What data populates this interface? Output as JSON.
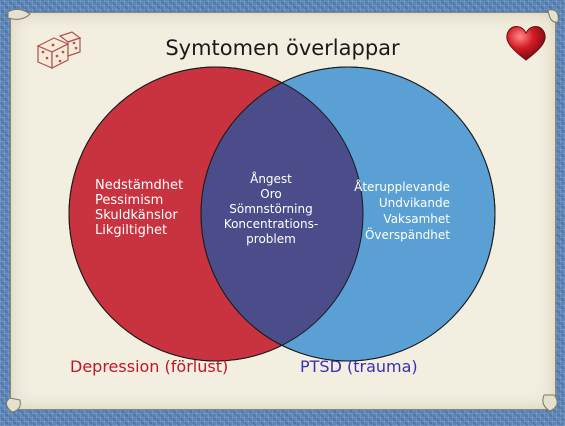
{
  "title": "Symtomen överlappar",
  "depression": {
    "label": "Depression (förlust)",
    "symptoms": [
      "Nedstämdhet",
      "Pessimism",
      "Skuldkänslor",
      "Likgiltighet"
    ],
    "color": "#c8333f"
  },
  "ptsd": {
    "label": "PTSD (trauma)",
    "symptoms": [
      "Återupplevande",
      "Undvikande",
      "Vaksamhet",
      "Överspändhet"
    ],
    "color": "#5aa0d4"
  },
  "overlap": {
    "symptoms": [
      "Ångest",
      "Oro",
      "Sömnstörning",
      "Koncentrations-",
      "problem"
    ],
    "color": "#4b4d8a"
  },
  "decorations": {
    "dice": "dice-icon",
    "heart": "heart-icon"
  }
}
